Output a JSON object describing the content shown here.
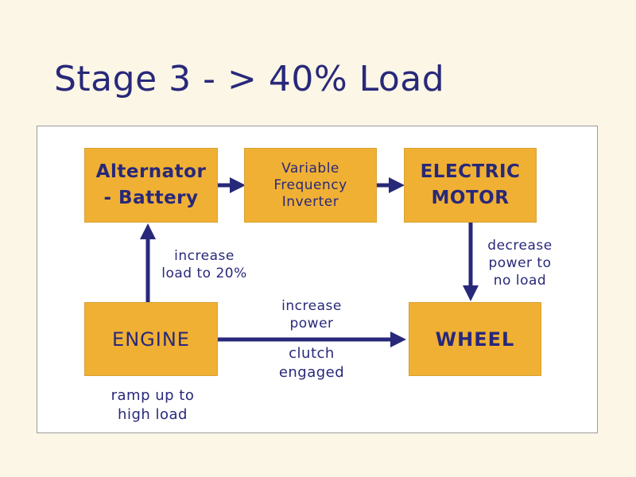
{
  "title": "Stage 3 - > 40% Load",
  "colors": {
    "background": "#fbf6e5",
    "box_fill": "#f0b033",
    "text_and_arrows": "#28287a",
    "frame_border": "#9c9c9c"
  },
  "boxes": {
    "alternator": "Alternator\n- Battery",
    "inverter": "Variable\nFrequency\nInverter",
    "motor": "ELECTRIC\nMOTOR",
    "engine": "ENGINE",
    "wheel": "WHEEL"
  },
  "labels": {
    "increase_load": "increase\nload to 20%",
    "decrease_power": "decrease\npower to\nno load",
    "increase_power": "increase\npower",
    "clutch": "clutch\nengaged",
    "ramp_up": "ramp up to\nhigh load"
  }
}
